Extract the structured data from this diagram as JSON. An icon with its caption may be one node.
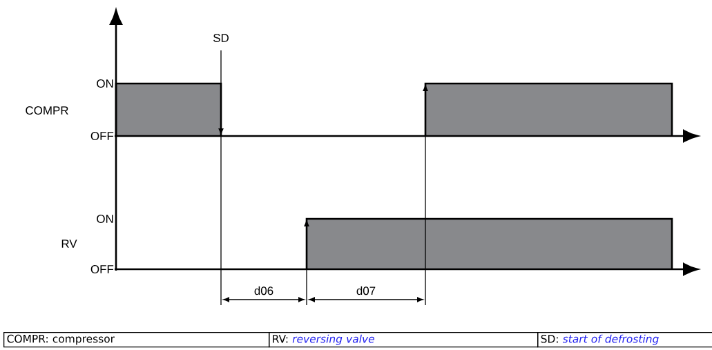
{
  "diagram": {
    "labels": [
      "SD",
      "ON",
      "COMPR",
      "OFF",
      "ON",
      "RV",
      "OFF",
      "d06",
      "d07",
      "COMPR: compressor",
      "RV: *reversing valve*",
      "SD: *start of defrosting*"
    ]
  }
}
